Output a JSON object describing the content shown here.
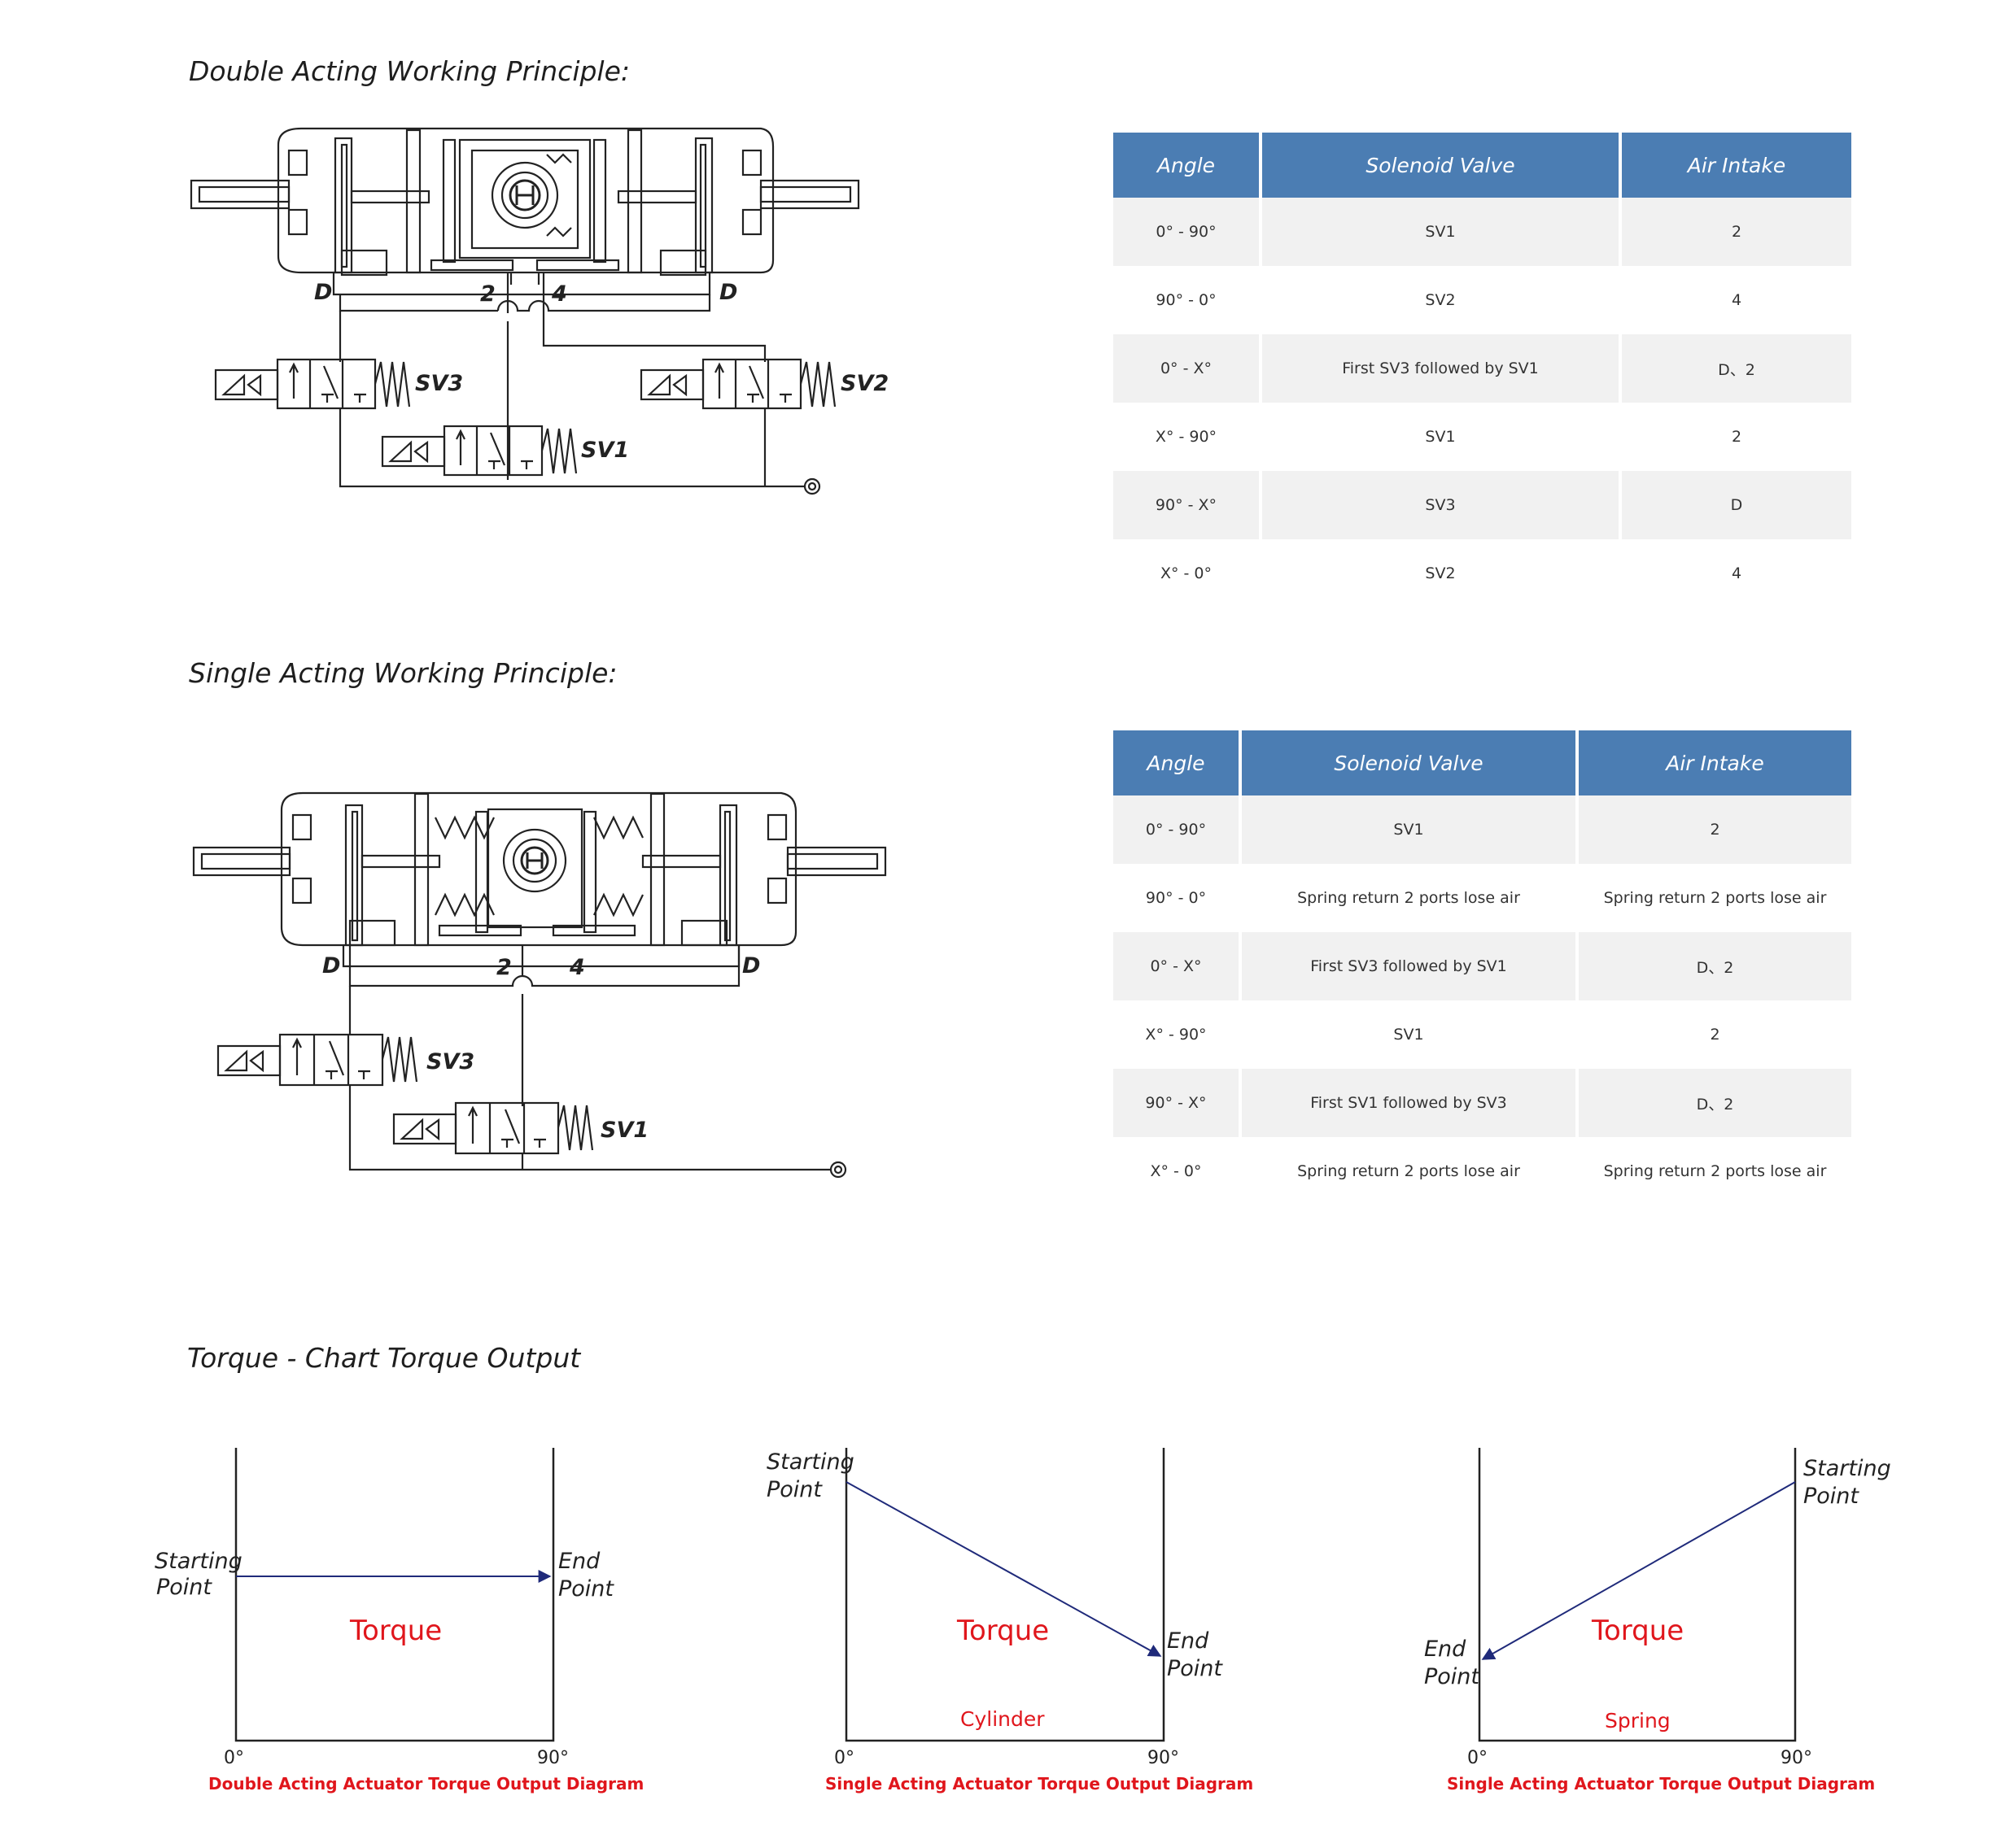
{
  "double_section": {
    "title": "Double Acting Working  Principle:",
    "diagram": {
      "ports": [
        "D",
        "2",
        "4",
        "D"
      ],
      "valves": [
        "SV3",
        "SV2",
        "SV1"
      ]
    },
    "table": {
      "headers": [
        "Angle",
        "Solenoid Valve",
        "Air Intake"
      ],
      "rows": [
        {
          "angle": "0° - 90°",
          "valve": "SV1",
          "intake": "2"
        },
        {
          "angle": "90° - 0°",
          "valve": "SV2",
          "intake": "4"
        },
        {
          "angle": "0° - X°",
          "valve": "First SV3 followed by SV1",
          "intake": "D、2"
        },
        {
          "angle": "X° - 90°",
          "valve": "SV1",
          "intake": "2"
        },
        {
          "angle": "90° - X°",
          "valve": "SV3",
          "intake": "D"
        },
        {
          "angle": "X° - 0°",
          "valve": "SV2",
          "intake": "4"
        }
      ]
    }
  },
  "single_section": {
    "title": "Single Acting Working Principle:",
    "diagram": {
      "ports": [
        "D",
        "2",
        "4",
        "D"
      ],
      "valves": [
        "SV3",
        "SV1"
      ]
    },
    "table": {
      "headers": [
        "Angle",
        "Solenoid Valve",
        "Air Intake"
      ],
      "rows": [
        {
          "angle": "0° - 90°",
          "valve": "SV1",
          "intake": "2"
        },
        {
          "angle": "90° - 0°",
          "valve": "Spring return 2 ports lose air",
          "intake": "Spring return 2 ports lose air"
        },
        {
          "angle": "0° - X°",
          "valve": "First SV3 followed by SV1",
          "intake": "D、2"
        },
        {
          "angle": "X° - 90°",
          "valve": "SV1",
          "intake": "2"
        },
        {
          "angle": "90° - X°",
          "valve": "First SV1 followed by SV3",
          "intake": "D、2"
        },
        {
          "angle": "X° - 0°",
          "valve": "Spring return 2 ports lose air",
          "intake": "Spring return 2 ports lose air"
        }
      ]
    }
  },
  "torque_section": {
    "title": "Torque - Chart Torque Output",
    "charts": [
      {
        "start_label": [
          "Starting",
          "Point"
        ],
        "end_label": [
          "End",
          "Point"
        ],
        "center": "Torque",
        "sub": "",
        "x0": "0°",
        "x1": "90°",
        "caption": "Double Acting Actuator Torque Output Diagram"
      },
      {
        "start_label": [
          "Starting",
          "Point"
        ],
        "end_label": [
          "End",
          "Point"
        ],
        "center": "Torque",
        "sub": "Cylinder",
        "x0": "0°",
        "x1": "90°",
        "caption": "Single Acting Actuator Torque Output Diagram"
      },
      {
        "start_label": [
          "Starting",
          "Point"
        ],
        "end_label": [
          "End",
          "Point"
        ],
        "center": "Torque",
        "sub": "Spring",
        "x0": "0°",
        "x1": "90°",
        "caption": "Single Acting Actuator Torque Output Diagram"
      }
    ]
  },
  "colors": {
    "header_bg": "#4b7db3",
    "row_shade": "#f1f1f1",
    "accent_red": "#e0161c",
    "arrow": "#1f2a7a"
  }
}
